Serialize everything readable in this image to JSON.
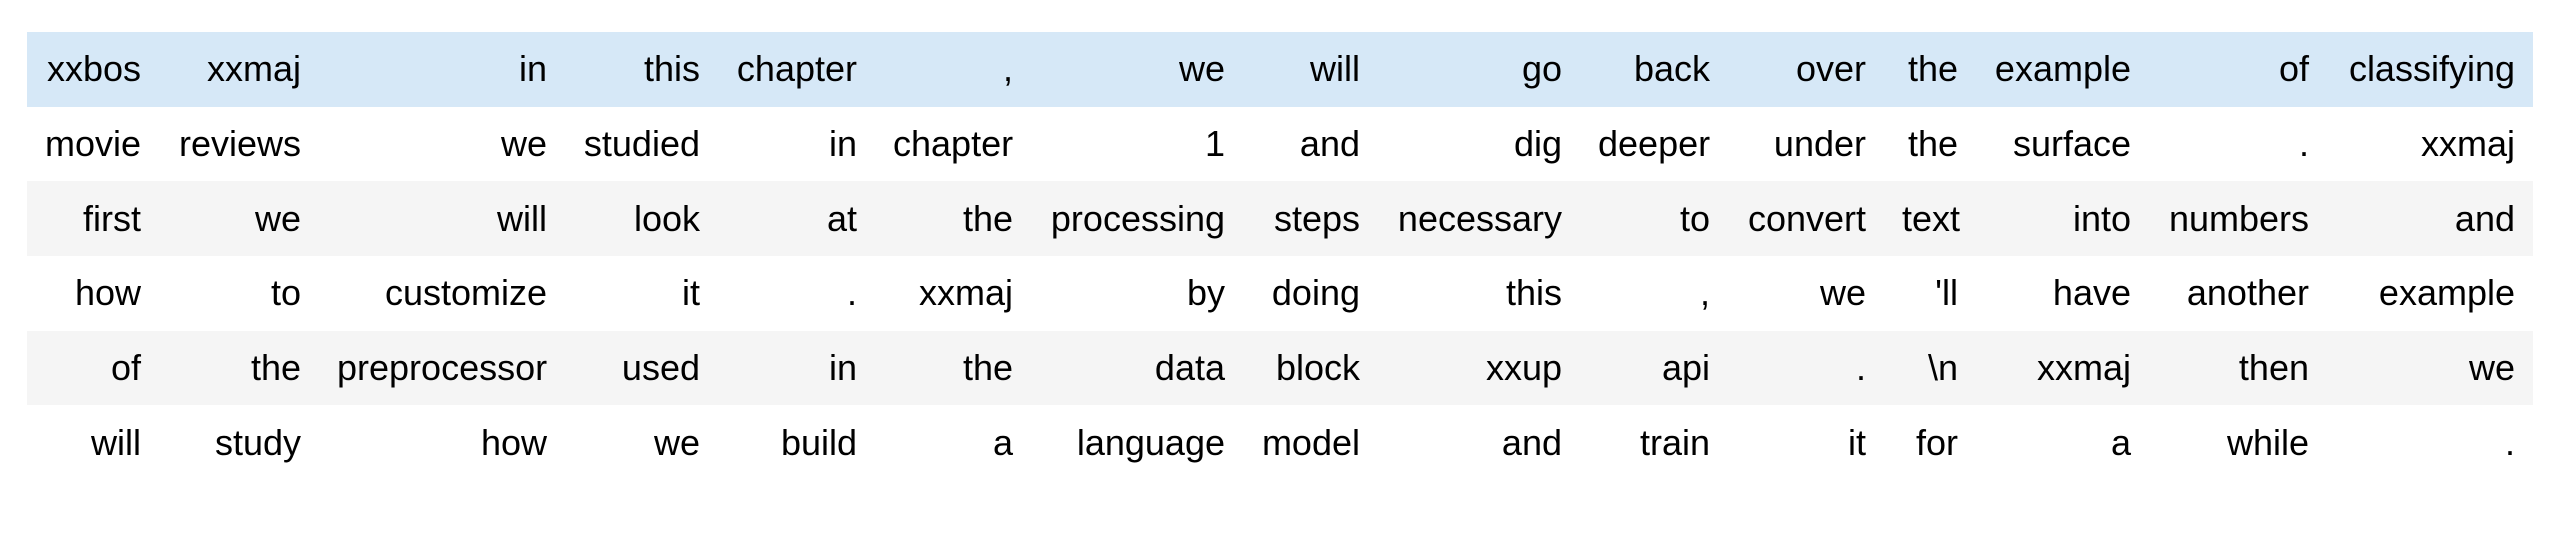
{
  "table": {
    "description_label": "tokenized-text-dataframe",
    "columns_count": 15,
    "highlighted_row_index": 0,
    "rows": [
      [
        "xxbos",
        "xxmaj",
        "in",
        "this",
        "chapter",
        ",",
        "we",
        "will",
        "go",
        "back",
        "over",
        "the",
        "example",
        "of",
        "classifying"
      ],
      [
        "movie",
        "reviews",
        "we",
        "studied",
        "in",
        "chapter",
        "1",
        "and",
        "dig",
        "deeper",
        "under",
        "the",
        "surface",
        ".",
        "xxmaj"
      ],
      [
        "first",
        "we",
        "will",
        "look",
        "at",
        "the",
        "processing",
        "steps",
        "necessary",
        "to",
        "convert",
        "text",
        "into",
        "numbers",
        "and"
      ],
      [
        "how",
        "to",
        "customize",
        "it",
        ".",
        "xxmaj",
        "by",
        "doing",
        "this",
        ",",
        "we",
        "'ll",
        "have",
        "another",
        "example"
      ],
      [
        "of",
        "the",
        "preprocessor",
        "used",
        "in",
        "the",
        "data",
        "block",
        "xxup",
        "api",
        ".",
        "\\n",
        "xxmaj",
        "then",
        "we"
      ],
      [
        "will",
        "study",
        "how",
        "we",
        "build",
        "a",
        "language",
        "model",
        "and",
        "train",
        "it",
        "for",
        "a",
        "while",
        "."
      ]
    ],
    "colors": {
      "highlight_row_bg": "#d6e8f7",
      "stripe_row_bg": "#f5f5f5",
      "default_row_bg": "#ffffff",
      "text": "#000000"
    }
  }
}
